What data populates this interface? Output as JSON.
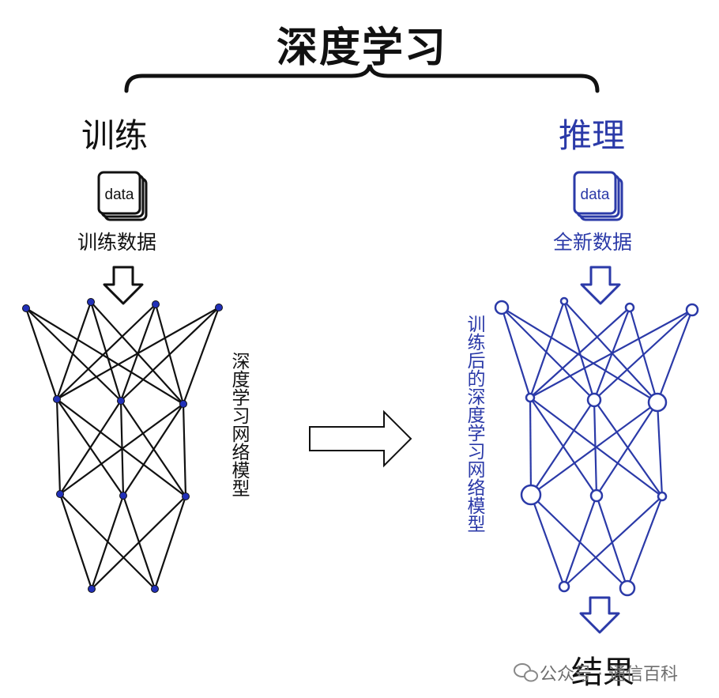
{
  "title": "深度学习",
  "training": {
    "heading": "训练",
    "data_icon_label": "data",
    "data_caption": "训练数据",
    "model_label": "深度学习网络模型"
  },
  "inference": {
    "heading": "推理",
    "data_icon_label": "data",
    "data_caption": "全新数据",
    "model_label": "训练后的深度学习网络模型",
    "result_label": "结果"
  },
  "watermark": {
    "text": "公众号 · 通信百科"
  },
  "colors": {
    "black": "#111111",
    "blue": "#2b3aa8",
    "node_blue": "#2130b8"
  },
  "icons": [
    "data-card-icon",
    "down-arrow-icon",
    "right-arrow-icon",
    "wechat-icon"
  ]
}
